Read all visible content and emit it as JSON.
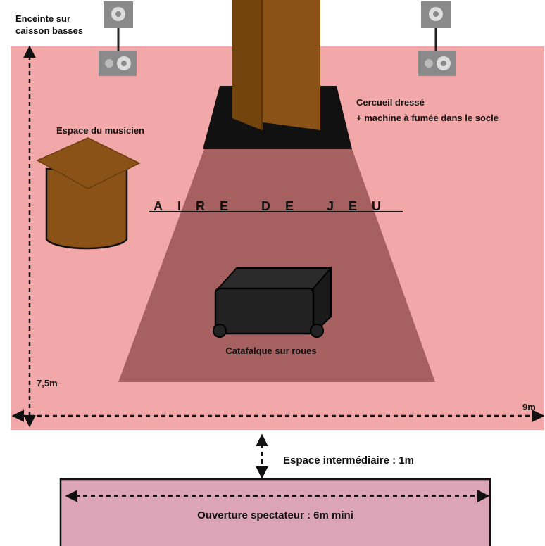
{
  "colors": {
    "stage_area": "#f2a8a8",
    "play_area": "#a66060",
    "wood": "#8a5216",
    "wood_dark": "#6a3d10",
    "black": "#111111",
    "speaker": "#8a8a8a",
    "spectator_area": "#dba4b7"
  },
  "labels": {
    "speaker": "Enceinte sur\ncaisson basses",
    "musician": "Espace du musicien",
    "coffin": "Cercueil dressé\n+ machine à fumée dans le socle",
    "play_area": "AIRE DE JEU",
    "catafalque": "Catafalque sur roues",
    "depth": "7,5m",
    "width": "9m",
    "intermediate": "Espace intermédiaire : 1m",
    "spectator_opening": "Ouverture spectateur : 6m mini"
  },
  "icons": {
    "speaker_left_top": "speaker-icon",
    "speaker_left": "speaker-icon",
    "speaker_right_top": "speaker-icon",
    "speaker_right": "speaker-icon"
  }
}
